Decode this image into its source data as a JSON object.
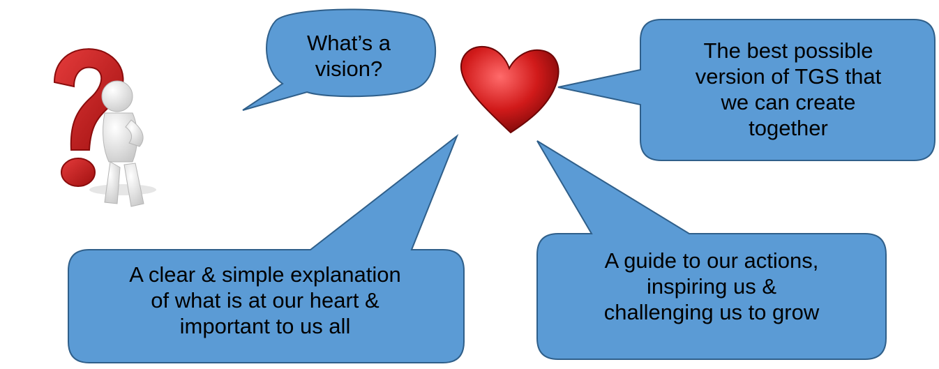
{
  "colors": {
    "bubble_fill": "#5b9bd5",
    "bubble_stroke": "#2f5f8a",
    "heart": "#d11a1a",
    "question_mark": "#cc1f1f",
    "figure": "#f2f2f2"
  },
  "icons": {
    "thinking_figure": "person-with-question-mark-icon",
    "heart": "heart-icon"
  },
  "bubbles": {
    "vision_question": "What’s a\nvision?",
    "best_version": "The best possible\nversion of TGS that\nwe can create\ntogether",
    "explanation": "A clear & simple explanation\nof what is at our heart &\nimportant to us all",
    "guide": "A guide to our actions,\ninspiring us &\nchallenging us to grow"
  }
}
